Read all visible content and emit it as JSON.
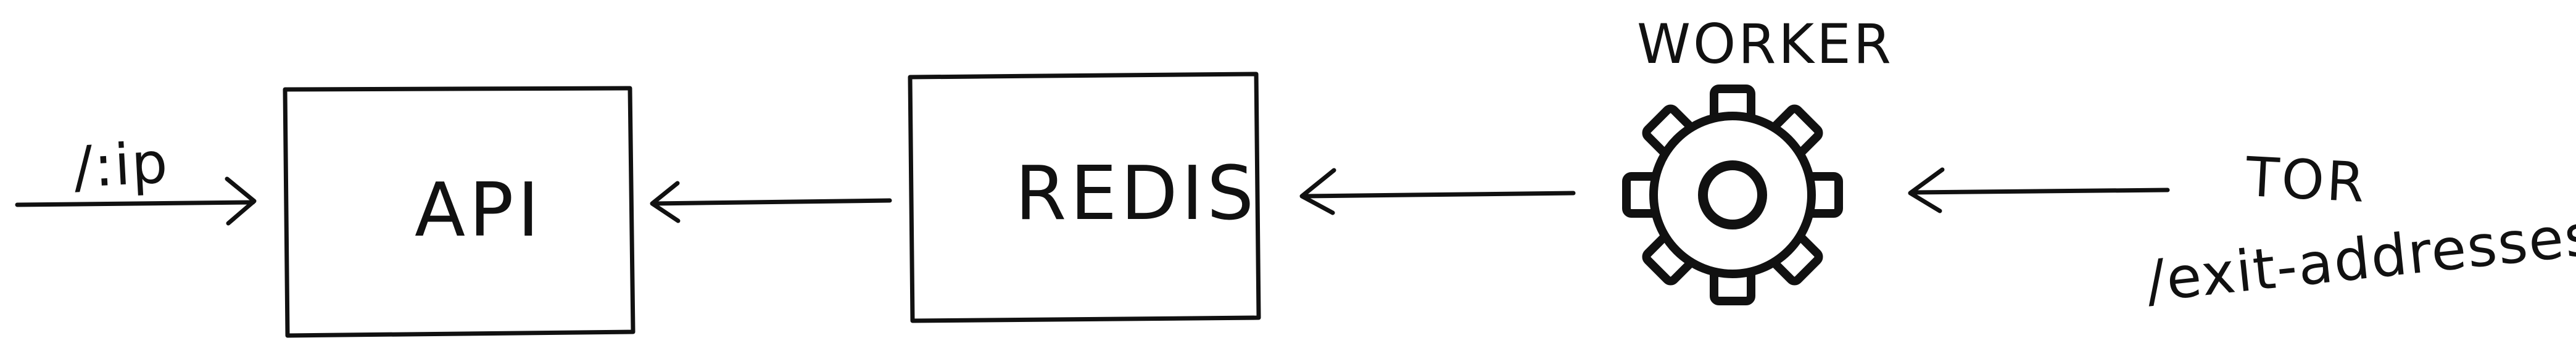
{
  "nodes": {
    "api": {
      "label": "API"
    },
    "redis": {
      "label": "REDIS"
    },
    "worker": {
      "label": "WORKER",
      "icon": "gear-icon"
    },
    "tor": {
      "label_line1": "TOR",
      "label_line2": "/exit-addresses"
    }
  },
  "edges": {
    "incoming": {
      "label": "/:ip"
    },
    "redis_to_api": {
      "label": ""
    },
    "worker_to_redis": {
      "label": ""
    },
    "tor_to_worker": {
      "label": ""
    }
  },
  "colors": {
    "stroke": "#111111",
    "background": "#ffffff"
  }
}
